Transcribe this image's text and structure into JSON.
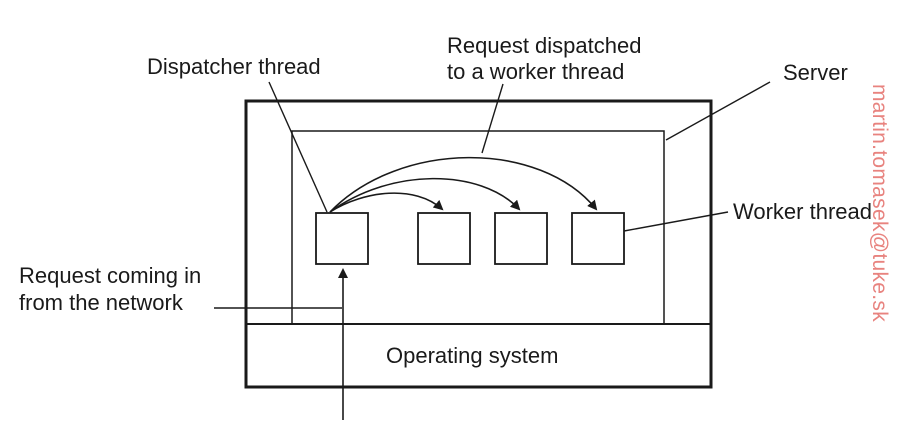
{
  "labels": {
    "dispatcher_thread": "Dispatcher thread",
    "request_dispatched_line1": "Request dispatched",
    "request_dispatched_line2": "to a worker thread",
    "server": "Server",
    "worker_thread": "Worker thread",
    "request_coming_line1": "Request coming in",
    "request_coming_line2": "from the network",
    "operating_system": "Operating system"
  },
  "watermark": {
    "text": "martin.tomasek@tuke.sk",
    "color": "#e8837f"
  },
  "colors": {
    "stroke": "#1a1a1a",
    "background": "#ffffff"
  }
}
